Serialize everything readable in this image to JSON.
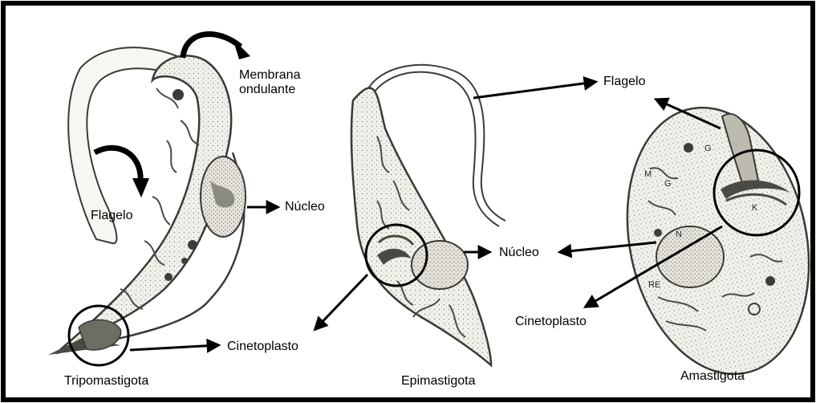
{
  "labels": {
    "membrana": "Membrana\nondulante",
    "flagelo_tripo": "Flagelo",
    "nucleo_tripo": "Núcleo",
    "cinetoplasto_tripo": "Cinetoplasto",
    "tripomastigota": "Tripomastigota",
    "flagelo_epi": "Flagelo",
    "nucleo_epi": "Núcleo",
    "cinetoplasto_epi": "Cinetoplasto",
    "epimastigota": "Epimastigota",
    "amastigota": "Amastigota"
  },
  "organelle_letters": {
    "g1": "G",
    "k": "K",
    "n": "N",
    "re": "RE",
    "m": "M",
    "g2": "G"
  }
}
